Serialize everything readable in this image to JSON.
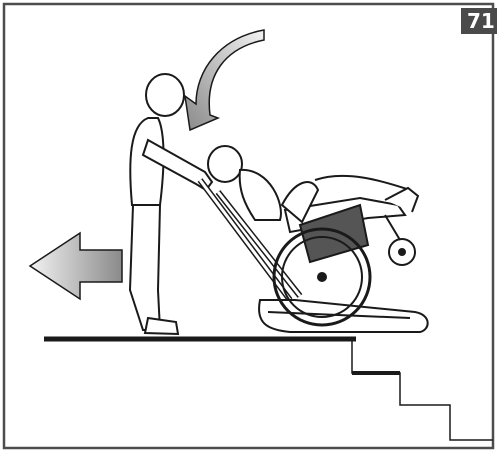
{
  "figure": {
    "label": "71",
    "arrow_direction": "left",
    "rotation_arrow": "counterclockwise"
  },
  "colors": {
    "border": "#4d4d4d",
    "badge_bg": "#4a4a4a",
    "badge_text": "#ffffff",
    "line": "#1a1a1a",
    "arrow_fill_dark": "#8a8a8a",
    "arrow_fill_light": "#f2f2f2",
    "seat_gray": "#555555"
  }
}
